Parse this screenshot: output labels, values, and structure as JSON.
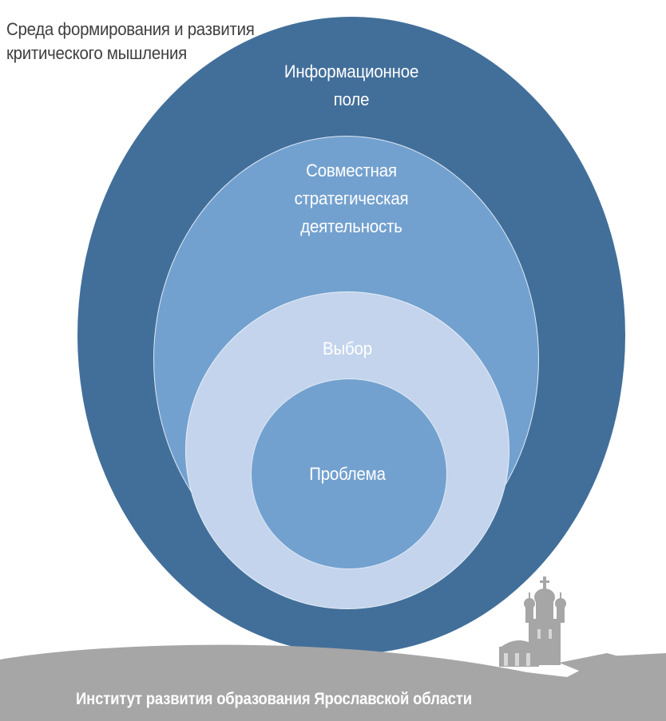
{
  "caption": {
    "line1": "Среда формирования и развития",
    "line2": "критического мышления"
  },
  "circles": [
    {
      "id": "outer",
      "lines": [
        "Информационное",
        "поле"
      ],
      "color": "#426f9a"
    },
    {
      "id": "middle",
      "lines": [
        "Совместная",
        "стратегическая",
        "деятельность"
      ],
      "color": "#73a1cf"
    },
    {
      "id": "inner",
      "lines": [
        "Выбор"
      ],
      "color": "#c3d4ec"
    },
    {
      "id": "core",
      "lines": [
        "Проблема"
      ],
      "color": "#73a1cf"
    }
  ],
  "footer": {
    "institute_name": "Институт развития образования Ярославской области",
    "band_color": "#a6a6a6"
  }
}
